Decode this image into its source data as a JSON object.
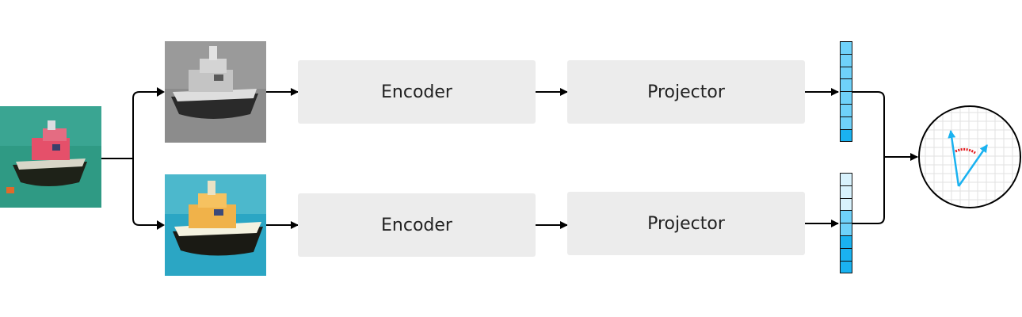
{
  "stages": {
    "encoder_label": "Encoder",
    "projector_label": "Projector"
  },
  "images": {
    "input": "boat-original",
    "view_top": "boat-grayscale",
    "view_bottom": "boat-color-jitter"
  },
  "colors": {
    "box_fill": "#ececec",
    "vector_dark": "#1ab2f0",
    "vector_mid": "#6fd2fa",
    "vector_light": "#d8f2fd",
    "arrow_blue": "#1ab2f0",
    "angle_red": "#e3191c"
  },
  "embeddings": {
    "top": [
      "mid",
      "mid",
      "mid",
      "mid",
      "mid",
      "mid",
      "mid",
      "dark"
    ],
    "bottom": [
      "light",
      "light",
      "light",
      "mid",
      "mid",
      "dark",
      "dark",
      "dark"
    ]
  }
}
